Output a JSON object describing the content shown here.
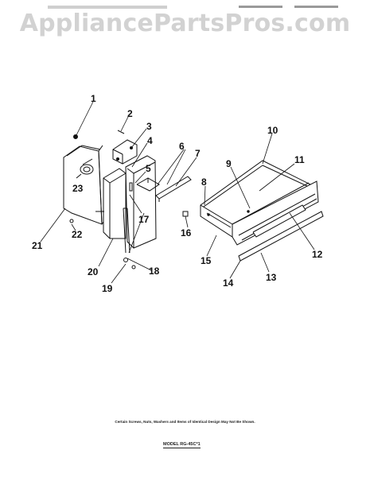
{
  "watermark": {
    "text": "AppliancePartsPros.com"
  },
  "callouts": [
    "1",
    "2",
    "3",
    "4",
    "5",
    "6",
    "7",
    "8",
    "9",
    "10",
    "11",
    "12",
    "13",
    "14",
    "15",
    "16",
    "17",
    "18",
    "19",
    "20",
    "21",
    "22",
    "23"
  ],
  "note": {
    "text": "Certain Screws, Nuts, Washers and Items of Identical Design May Not Be Shown."
  },
  "model": {
    "text": "MODEL RG-45C*1"
  }
}
